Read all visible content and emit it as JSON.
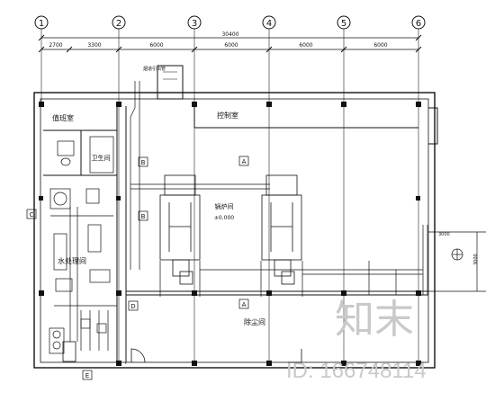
{
  "grid_axes": [
    "1",
    "2",
    "3",
    "4",
    "5",
    "6"
  ],
  "dimensions": {
    "total": "30400",
    "spans": [
      "2700",
      "3300",
      "6000",
      "6000",
      "6000",
      "6000"
    ]
  },
  "rooms": {
    "duty_room": "值班室",
    "toilet": "卫生间",
    "control_room": "控制室",
    "water_treatment": "水处理间",
    "boiler_room": "锅炉间",
    "boiler_level": "±0.000",
    "expansion_room": "除尘间"
  },
  "section_marks": {
    "A": "A",
    "B": "B",
    "C": "C",
    "D": "D",
    "E": "E"
  },
  "side_dims": {
    "right_dim": "3000",
    "right_dim2": "3000"
  },
  "callouts": {
    "flue_note": "烟道引出管"
  },
  "watermark": {
    "logo": "知末",
    "id_text": "ID: 166748114"
  }
}
